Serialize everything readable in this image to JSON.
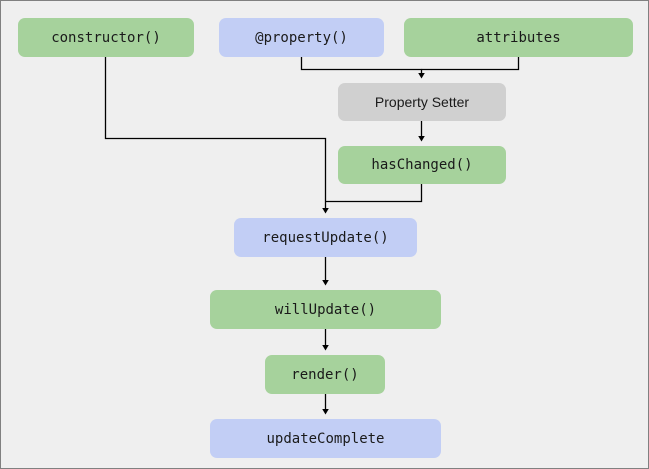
{
  "diagram": {
    "title": "Lit element update lifecycle flow",
    "background": "#efefef",
    "border_color": "#808080",
    "edge_color": "#000000",
    "palette": {
      "green": "#a6d29c",
      "blue": "#c2cef5",
      "gray": "#d0d0d0"
    },
    "nodes": [
      {
        "id": "constructor",
        "label": "constructor()",
        "color": "green",
        "shape": "rounded-rect"
      },
      {
        "id": "property",
        "label": "@property()",
        "color": "blue",
        "shape": "rounded-rect"
      },
      {
        "id": "attributes",
        "label": "attributes",
        "color": "green",
        "shape": "rounded-rect"
      },
      {
        "id": "propertysetter",
        "label": "Property Setter",
        "color": "gray",
        "shape": "rounded-rect"
      },
      {
        "id": "haschanged",
        "label": "hasChanged()",
        "color": "green",
        "shape": "rounded-rect"
      },
      {
        "id": "requestupdate",
        "label": "requestUpdate()",
        "color": "blue",
        "shape": "rounded-rect"
      },
      {
        "id": "willupdate",
        "label": "willUpdate()",
        "color": "green",
        "shape": "rounded-rect"
      },
      {
        "id": "render",
        "label": "render()",
        "color": "green",
        "shape": "rounded-rect"
      },
      {
        "id": "updatecomplete",
        "label": "updateComplete",
        "color": "blue",
        "shape": "rounded-rect"
      }
    ],
    "edges": [
      {
        "from": "property",
        "to": "propertysetter",
        "arrow": true
      },
      {
        "from": "attributes",
        "to": "propertysetter",
        "arrow": true
      },
      {
        "from": "propertysetter",
        "to": "haschanged",
        "arrow": true
      },
      {
        "from": "constructor",
        "to": "requestupdate",
        "arrow": true
      },
      {
        "from": "haschanged",
        "to": "requestupdate",
        "arrow": true
      },
      {
        "from": "requestupdate",
        "to": "willupdate",
        "arrow": true
      },
      {
        "from": "willupdate",
        "to": "render",
        "arrow": true
      },
      {
        "from": "render",
        "to": "updatecomplete",
        "arrow": true
      }
    ]
  }
}
